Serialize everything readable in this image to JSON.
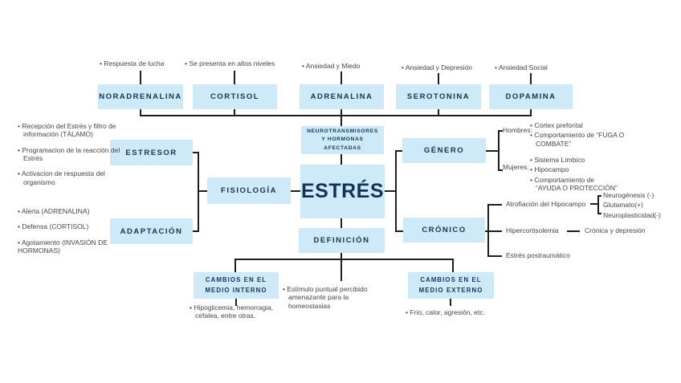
{
  "colors": {
    "box_fill": "#cee9f8",
    "box_text": "#143457",
    "line": "#1e1e1c",
    "note_text": "#454545"
  },
  "top_row": [
    {
      "label": "NORADRENALINA",
      "note": "• Respuesta de lucha"
    },
    {
      "label": "CORTISOL",
      "note": "• Se presenta en altos niveles"
    },
    {
      "label": "ADRENALINA",
      "note": "• Ansiedad y Miedo"
    },
    {
      "label": "SEROTONINA",
      "note": "• Ansiedad y Depresión"
    },
    {
      "label": "DOPAMINA",
      "note": "• Ansiedad Social"
    }
  ],
  "neuro_box": {
    "label": "NEUROTRANSMISORES Y HORMONAS AFECTADAS"
  },
  "center": {
    "label": "ESTRÉS"
  },
  "fisiologia": {
    "label": "FISIOLOGÍA"
  },
  "estresor": {
    "label": "ESTRESOR",
    "notes": [
      "• Recepción del Estrés y filtro de información (TÁLAMO)",
      "• Programacion de la reacción del Estrés",
      "• Activacion de respuesta del organismo"
    ]
  },
  "adaptacion": {
    "label": "ADAPTACIÓN",
    "notes": [
      "• Alerta (ADRENALINA)",
      "• Defensa (CORTISOL)",
      "• Agotamiento (INVASIÓN DE HORMONAS)"
    ]
  },
  "genero": {
    "label": "GÉNERO",
    "hombres": {
      "label": "Hombres:",
      "notes": [
        "• Cortex prefontal",
        "• Comportamiento de “FUGA O COMBATE”"
      ]
    },
    "mujeres": {
      "label": "Mujeres:",
      "notes": [
        "• Sistema Límbico",
        "• Hipocampo",
        "• Comportamiento de “AYUDA O PROTECCIÓN”"
      ]
    }
  },
  "cronico": {
    "label": "CRÓNICO",
    "atrofiacion": {
      "label": "Atrofiación del Hipocampo",
      "subnotes": [
        "Neurogénesis (-)",
        "Glutamato(+)",
        "Neuroplasticidad(-)"
      ]
    },
    "hipercortisolemia": {
      "label": "Hipercortisolemia",
      "subnote": "Crónica y depresión"
    },
    "postraumatico": {
      "label": "Estrés postraumático"
    }
  },
  "definicion": {
    "label": "DEFINICIÓN"
  },
  "medio_interno": {
    "label": "CAMBIOS EN EL MEDIO INTERNO",
    "note": "• Hipoglicemia, hemorragia, cefalea, entre otras."
  },
  "estimulo": {
    "note": "• Estímulo puntual percibido amenazante para la homeostasias"
  },
  "medio_externo": {
    "label": "CAMBIOS EN EL MEDIO EXTERNO",
    "note": "• Frío, calor, agresión, etc."
  }
}
